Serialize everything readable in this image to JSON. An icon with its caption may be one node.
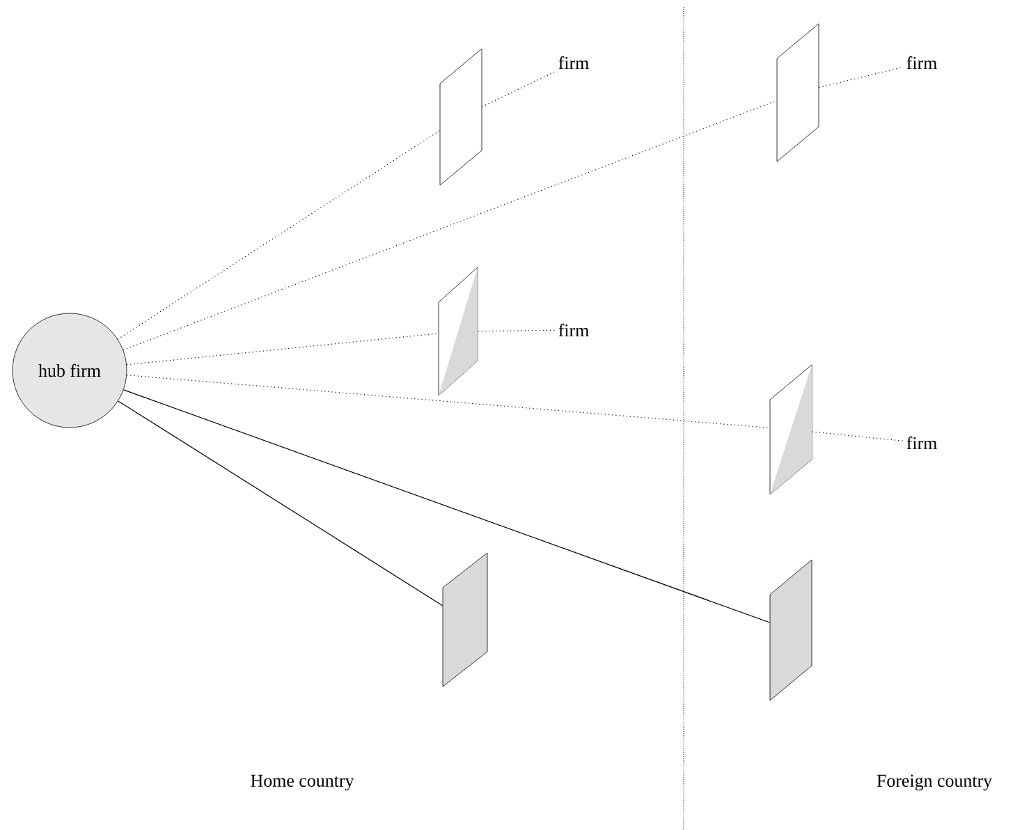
{
  "diagram": {
    "nodes": [
      {
        "text": [
          "hub firm"
        ]
      },
      {
        "text": [],
        "shape": "parallelogram"
      },
      {
        "text": [
          "firm"
        ]
      },
      {
        "text": [],
        "shape": "parallelogram"
      },
      {
        "text": [
          "firm"
        ]
      },
      {
        "text": [],
        "shape": "parallelogram"
      },
      {
        "text": [
          "firm"
        ]
      },
      {
        "text": [],
        "shape": "parallelogram"
      },
      {
        "text": [
          "firm"
        ]
      },
      {
        "text": [],
        "shape": "parallelogram"
      },
      {
        "text": [],
        "shape": "parallelogram"
      }
    ],
    "edges": [
      {
        "from": 0,
        "to": 1,
        "arrow": "none",
        "style": "dashed"
      },
      {
        "from": 1,
        "to": 2,
        "arrow": "none",
        "style": "dashed"
      },
      {
        "from": 0,
        "to": 3,
        "arrow": "none",
        "style": "dashed"
      },
      {
        "from": 3,
        "to": 4,
        "arrow": "none",
        "style": "dashed"
      },
      {
        "from": 0,
        "to": 5,
        "arrow": "none",
        "style": "dashed"
      },
      {
        "from": 5,
        "to": 6,
        "arrow": "none",
        "style": "dashed"
      },
      {
        "from": 0,
        "to": 7,
        "arrow": "none",
        "style": "dashed"
      },
      {
        "from": 7,
        "to": 8,
        "arrow": "none",
        "style": "dashed"
      },
      {
        "from": 0,
        "to": 9,
        "arrow": "none"
      },
      {
        "from": 0,
        "to": 10,
        "arrow": "none"
      }
    ],
    "labels": [
      "Home country",
      "Foreign country"
    ]
  }
}
